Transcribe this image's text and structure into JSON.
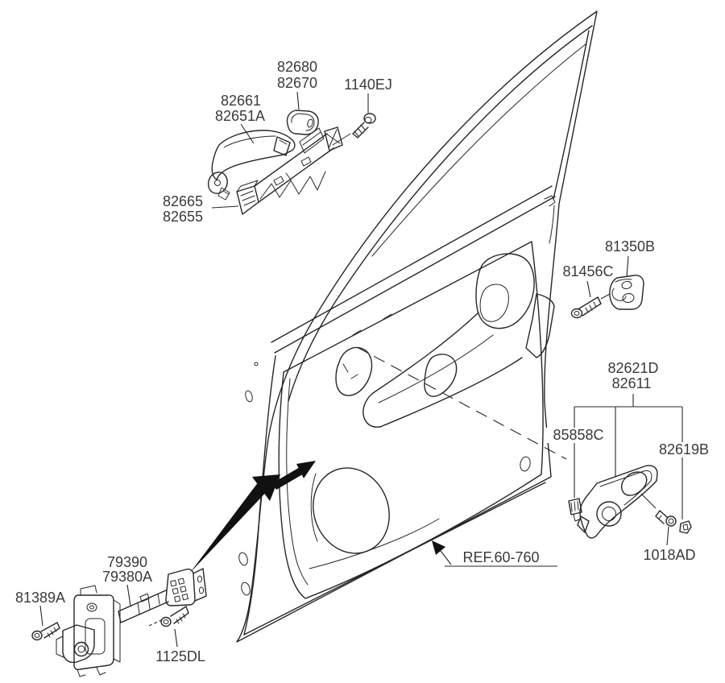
{
  "diagram": {
    "background_color": "#ffffff",
    "line_color": "#262626",
    "text_color": "#3a3a3a",
    "arrow_color": "#111111"
  },
  "labels": {
    "l82680": "82680",
    "l82670": "82670",
    "l1140ej": "1140EJ",
    "l82661": "82661",
    "l82651a": "82651A",
    "l82665": "82665",
    "l82655": "82655",
    "l81350b": "81350B",
    "l81456c": "81456C",
    "l82621d": "82621D",
    "l82611": "82611",
    "l85858c": "85858C",
    "l82619b": "82619B",
    "l1018ad": "1018AD",
    "lref": "REF.60-760",
    "l79390": "79390",
    "l79380a": "79380A",
    "l81389a": "81389A",
    "l1125dl": "1125DL"
  }
}
